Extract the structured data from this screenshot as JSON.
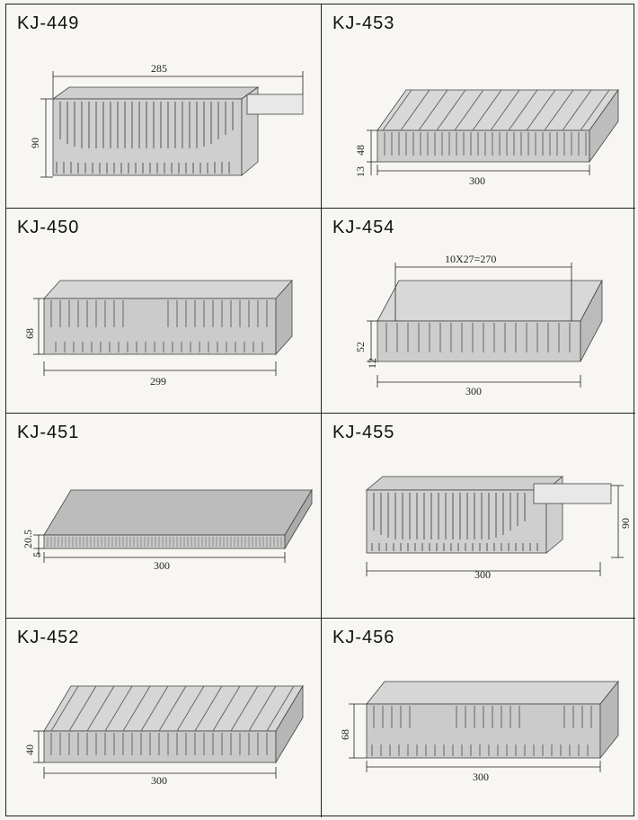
{
  "panels": [
    {
      "title": "KJ-449",
      "dims": {
        "width": "285",
        "height": "90"
      }
    },
    {
      "title": "KJ-453",
      "dims": {
        "width": "300",
        "height": "48",
        "base": "13"
      }
    },
    {
      "title": "KJ-450",
      "dims": {
        "width": "299",
        "height": "68"
      }
    },
    {
      "title": "KJ-454",
      "dims": {
        "width": "300",
        "height": "52",
        "base": "12",
        "pitch": "10X27=270"
      }
    },
    {
      "title": "KJ-451",
      "dims": {
        "width": "300",
        "height": "20.5",
        "base": "5"
      }
    },
    {
      "title": "KJ-455",
      "dims": {
        "width": "300",
        "height": "90"
      }
    },
    {
      "title": "KJ-452",
      "dims": {
        "width": "300",
        "height": "40"
      }
    },
    {
      "title": "KJ-456",
      "dims": {
        "width": "300",
        "height": "68"
      }
    }
  ]
}
